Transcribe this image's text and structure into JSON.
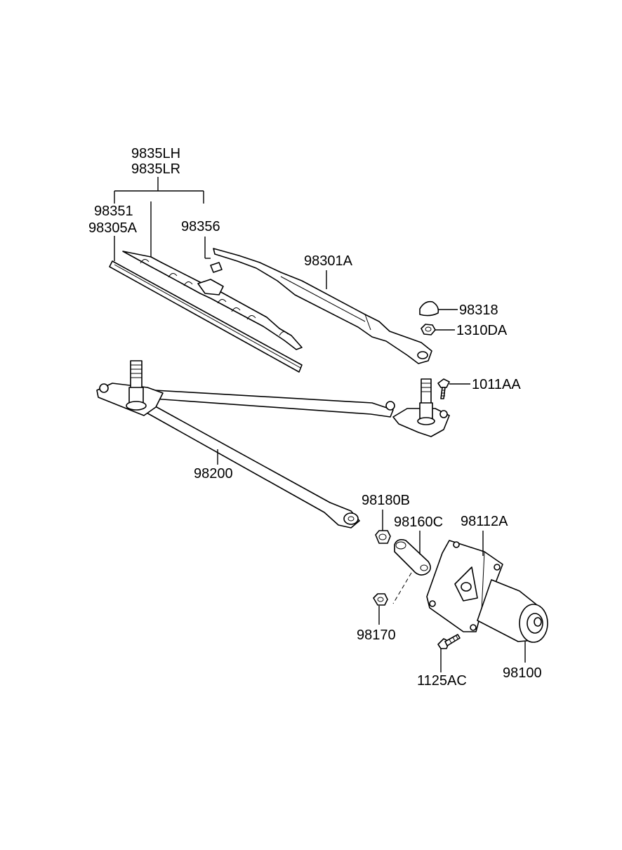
{
  "labels": {
    "wiper_blade_assy_lh": "9835LH",
    "wiper_blade_assy_lr": "9835LR",
    "blade_98351": "98351",
    "blade_98305A": "98305A",
    "clip_98356": "98356",
    "arm_98301A": "98301A",
    "cap_98318": "98318",
    "nut_1310DA": "1310DA",
    "bolt_1011AA": "1011AA",
    "linkage_98200": "98200",
    "nut_98180B": "98180B",
    "crank_98160C": "98160C",
    "bracket_98112A": "98112A",
    "nut_98170": "98170",
    "bolt_1125AC": "1125AC",
    "motor_98100": "98100"
  }
}
